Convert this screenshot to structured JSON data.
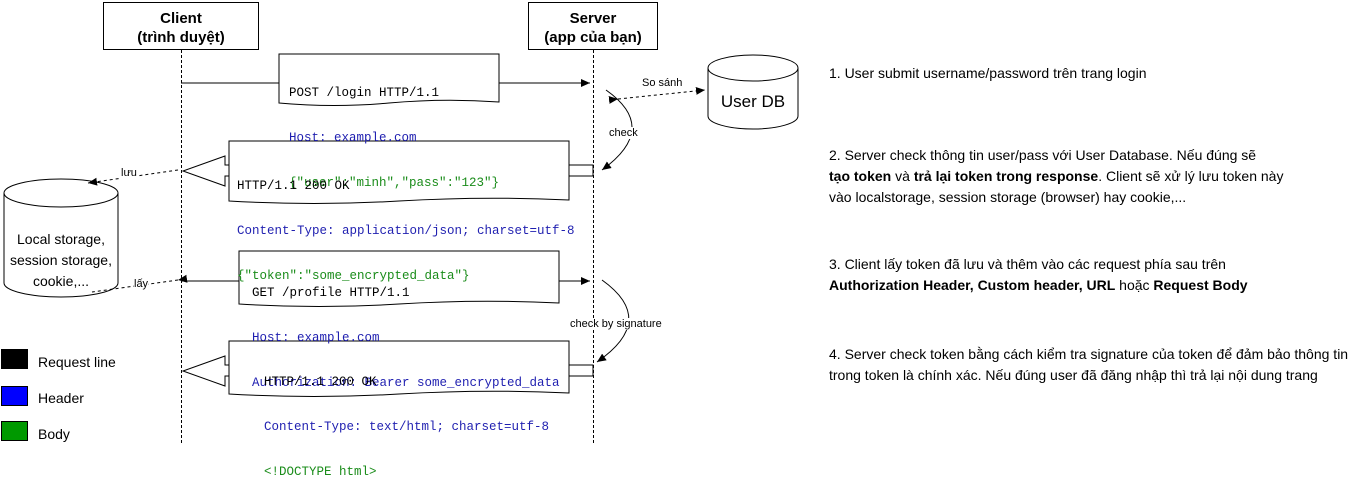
{
  "actors": {
    "client": {
      "line1": "Client",
      "line2": "(trình duyệt)"
    },
    "server": {
      "line1": "Server",
      "line2": "(app của bạn)"
    }
  },
  "db": {
    "label": "User DB"
  },
  "storage": {
    "line1": "Local storage,",
    "line2": "session storage,",
    "line3": "cookie,..."
  },
  "messages": {
    "login": {
      "request_line": "POST /login HTTP/1.1",
      "header": "Host: example.com",
      "body": "{\"user\":\"minh\",\"pass\":\"123\"}"
    },
    "login_resp": {
      "request_line": "HTTP/1.1 200 OK",
      "header": "Content-Type: application/json; charset=utf-8",
      "body": "{\"token\":\"some_encrypted_data\"}"
    },
    "profile": {
      "request_line": "GET /profile HTTP/1.1",
      "header1": "Host: example.com",
      "header2": "Authorization: Bearer some_encrypted_data"
    },
    "profile_resp": {
      "request_line": "HTTP/1.1 200 OK",
      "header": "Content-Type: text/html; charset=utf-8",
      "body": "<!DOCTYPE html>"
    }
  },
  "labels": {
    "compare": "So sánh",
    "check": "check",
    "store": "lưu",
    "fetch": "lấy",
    "check_signature": "check by signature"
  },
  "notes": {
    "n1": "1. User submit username/password trên trang login",
    "n2_a": "2. Server check thông tin user/pass với User Database. Nếu đúng sẽ",
    "n2_b1": "tạo token",
    "n2_b2": " và ",
    "n2_b3": "trả lại token trong response",
    "n2_b4": ". Client sẽ xử lý lưu token này",
    "n2_c": "vào localstorage, session storage (browser) hay cookie,...",
    "n3_a": "3. Client lấy token đã lưu và thêm vào các request phía sau trên",
    "n3_b1": "Authorization Header, Custom header, URL",
    "n3_b2": " hoặc ",
    "n3_b3": "Request Body",
    "n4_a": "4. Server check token bằng cách kiểm tra signature của token để đảm bảo thông tin",
    "n4_b": "trong token là chính xác. Nếu đúng user đã đăng nhập thì trả lại nội dung trang"
  },
  "legend": {
    "items": [
      {
        "label": "Request line",
        "color": "#000000"
      },
      {
        "label": "Header",
        "color": "#0000ff"
      },
      {
        "label": "Body",
        "color": "#009900"
      }
    ]
  }
}
